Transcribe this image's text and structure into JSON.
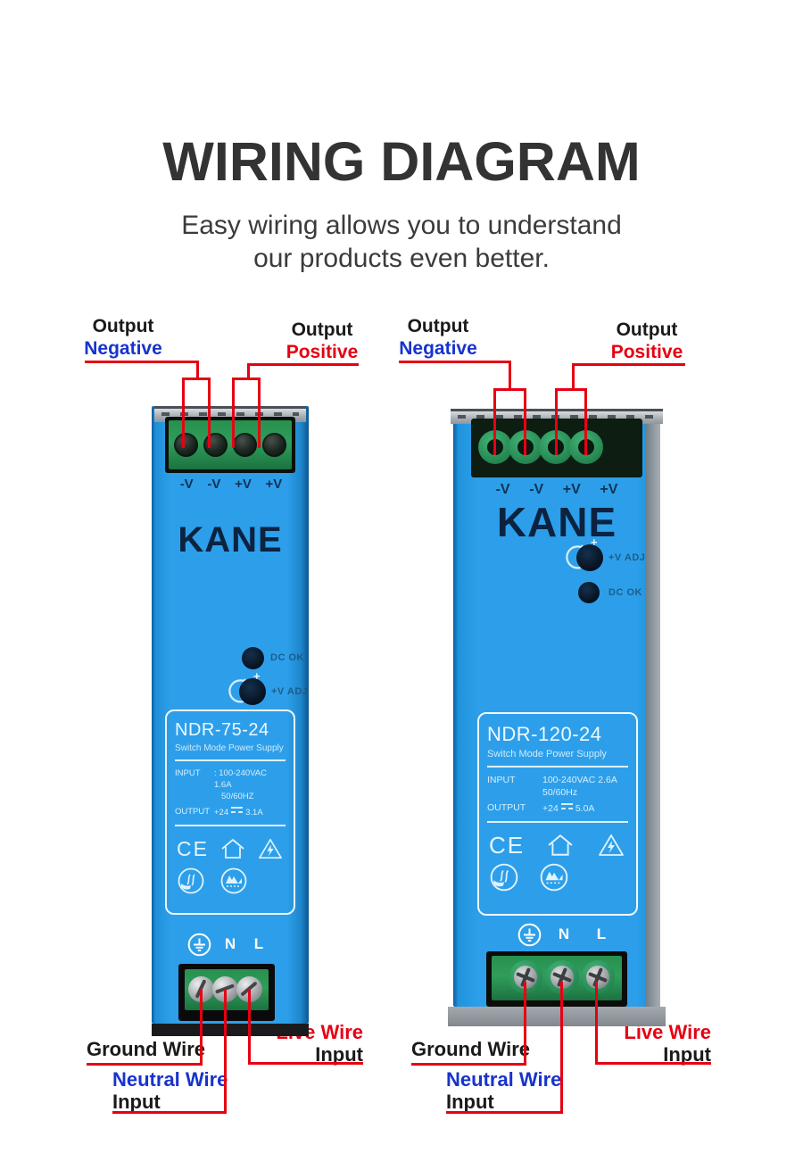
{
  "title": "WIRING DIAGRAM",
  "subtitle_line1": "Easy wiring allows you to understand",
  "subtitle_line2": "our products even better.",
  "callouts": {
    "output": "Output",
    "negative": "Negative",
    "positive": "Positive",
    "ground_wire": "Ground Wire",
    "neutral_wire": "Neutral Wire",
    "live_wire": "Live Wire",
    "input": "Input"
  },
  "devices": [
    {
      "brand": "KANE",
      "model": "NDR-75-24",
      "type_label": "Switch Mode Power Supply",
      "terminals_top": [
        "-V",
        "-V",
        "+V",
        "+V"
      ],
      "dc_ok_label": "DC OK",
      "v_adj_label": "+V ADJ",
      "adj_plus": "+",
      "input_label": "INPUT",
      "input_value": ": 100-240VAC 1.6A",
      "input_freq": "50/60HZ",
      "output_label": "OUTPUT",
      "output_voltage": "+24",
      "output_current": "3.1A",
      "ce_label": "CE",
      "neutral_label": "N",
      "live_label": "L"
    },
    {
      "brand": "KANE",
      "model": "NDR-120-24",
      "type_label": "Switch Mode Power Supply",
      "terminals_top": [
        "-V",
        "-V",
        "+V",
        "+V"
      ],
      "dc_ok_label": "DC OK",
      "v_adj_label": "+V ADJ",
      "adj_plus": "+",
      "input_label": "INPUT",
      "input_value": "100-240VAC 2.6A",
      "input_freq": "50/60Hz",
      "output_label": "OUTPUT",
      "output_voltage": "+24",
      "output_current": "5.0A",
      "ce_label": "CE",
      "neutral_label": "N",
      "live_label": "L"
    }
  ],
  "colors": {
    "accent_red": "#e60012",
    "label_blue": "#1733cd",
    "device_blue": "#2d9fea"
  }
}
